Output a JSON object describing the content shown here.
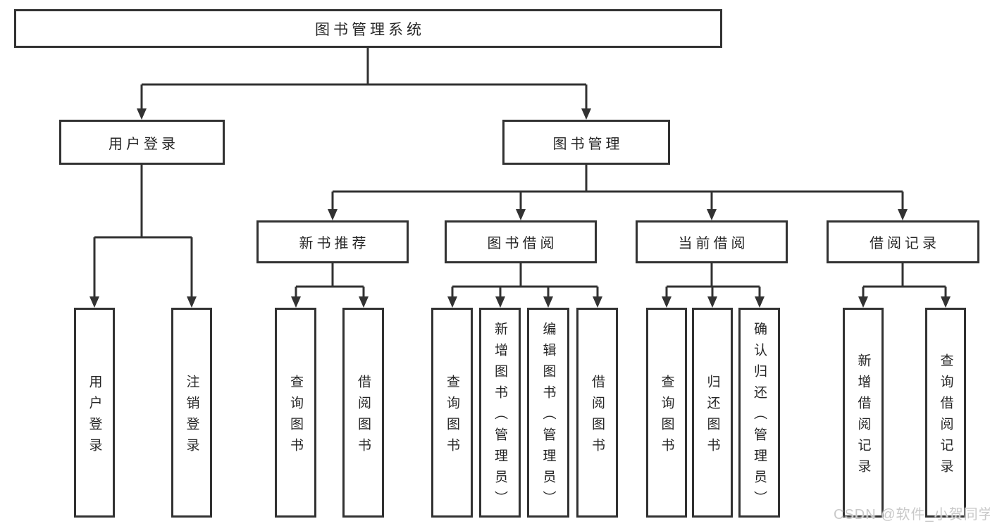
{
  "colors": {
    "line": "#323232",
    "box_border": "#323232",
    "text": "#262626",
    "background": "#ffffff",
    "watermark": "#c9c9c9"
  },
  "watermark": "CSDN @软件_小贺同学",
  "tree": {
    "root": "图书管理系统",
    "branches": [
      {
        "label": "用户登录",
        "children": [
          "用户登录",
          "注销登录"
        ]
      },
      {
        "label": "图书管理",
        "children": [
          {
            "label": "新书推荐",
            "children": [
              "查询图书",
              "借阅图书"
            ]
          },
          {
            "label": "图书借阅",
            "children": [
              "查询图书",
              "新增图书（管理员）",
              "编辑图书（管理员）",
              "借阅图书"
            ]
          },
          {
            "label": "当前借阅",
            "children": [
              "查询图书",
              "归还图书",
              "确认归还（管理员）"
            ]
          },
          {
            "label": "借阅记录",
            "children": [
              "新增借阅记录",
              "查询借阅记录"
            ]
          }
        ]
      }
    ]
  }
}
